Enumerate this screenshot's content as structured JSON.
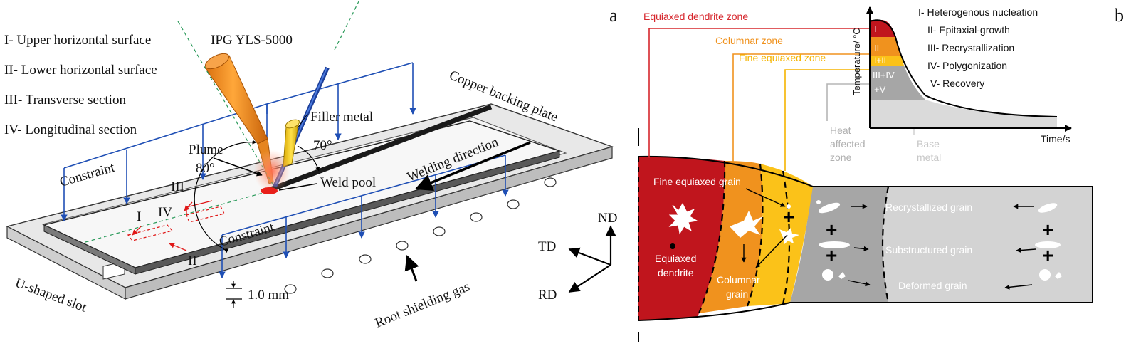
{
  "panel_a": {
    "panel_letter": "a",
    "legend": [
      "I- Upper horizontal surface",
      "II- Lower horizontal surface",
      "III- Transverse section",
      "IV- Longitudinal section"
    ],
    "laser_model": "IPG YLS-5000",
    "filler_metal": "Filler metal",
    "plume": "Plume",
    "angle_laser": "80°",
    "angle_filler": "70°",
    "weld_pool": "Weld pool",
    "copper_backing_plate": "Copper backing plate",
    "welding_direction": "Welding direction",
    "constraint_top": "Constraint",
    "constraint_bottom": "Constraint",
    "section_I": "I",
    "section_II": "II",
    "section_III": "III",
    "section_IV": "IV",
    "u_slot": "U-shaped slot",
    "thickness": "1.0 mm",
    "root_gas": "Root shielding gas",
    "axis_nd": "ND",
    "axis_td": "TD",
    "axis_rd": "RD"
  },
  "panel_b": {
    "panel_letter": "b",
    "zones": {
      "equiaxed_dendrite_zone": "Equiaxed dendrite zone",
      "columnar_zone": "Columnar zone",
      "fine_equiaxed_zone": "Fine equiaxed zone",
      "haz_line1": "Heat",
      "haz_line2": "affected",
      "haz_line3": "zone",
      "base_line1": "Base",
      "base_line2": "metal"
    },
    "grains": {
      "fine_equiaxed_grain": "Fine equiaxed grain",
      "equiaxed_dendrite_line1": "Equiaxed",
      "equiaxed_dendrite_line2": "dendrite",
      "columnar_grain_line1": "Columnar",
      "columnar_grain_line2": "grain",
      "recrystallized_grain": "Recrystallized grain",
      "substructured_grain": "Substructured grain",
      "deformed_grain": "Deformed grain"
    },
    "plot": {
      "ylabel": "Temperature/ °C",
      "xlabel": "Time/s",
      "band_I": "I",
      "band_II": "II",
      "band_I_II": "I+II",
      "band_III_IV_1": "III+IV",
      "band_III_IV_2": "+V"
    },
    "mechanisms": [
      "I- Heterogenous nucleation",
      "II- Epitaxial-growth",
      "III- Recrystallization",
      "IV- Polygonization",
      "V- Recovery"
    ],
    "colors": {
      "equiaxed": "#c0151d",
      "columnar": "#f0921e",
      "fine": "#fbc219",
      "haz": "#a6a6a6",
      "base": "#d3d3d3"
    }
  }
}
